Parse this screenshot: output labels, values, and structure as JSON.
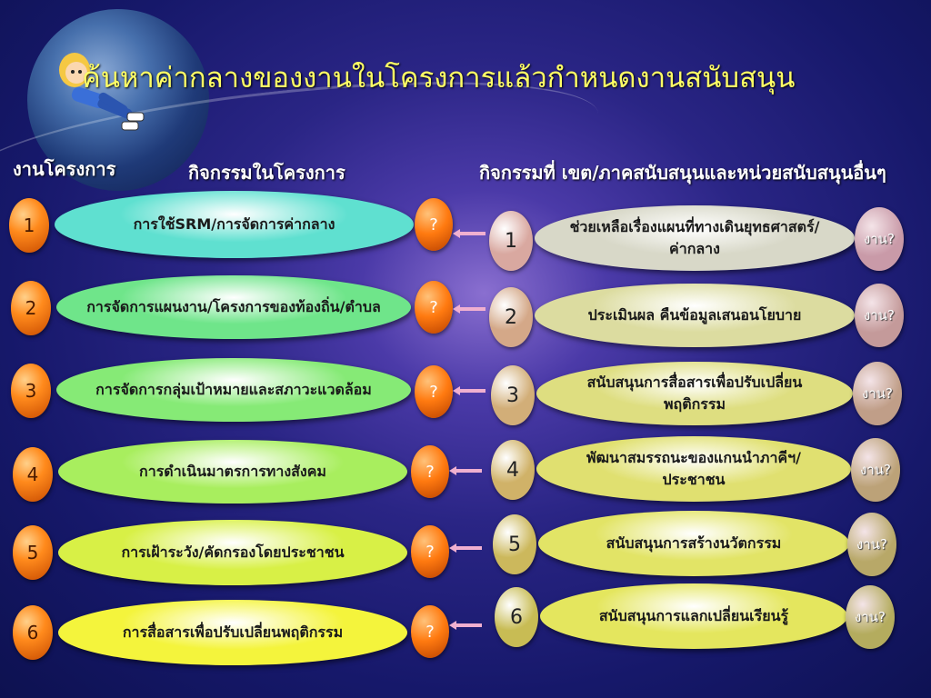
{
  "title": "ค้นหาค่ากลางของงานในโครงการแล้วกำหนดงานสนับสนุน",
  "headings": {
    "left": "งานโครงการ",
    "middle": "กิจกรรมในโครงการ",
    "right": "กิจกรรมที่ เขต/ภาคสนับสนุนและหน่วยสนับสนุนอื่นๆ"
  },
  "question_mark": "?",
  "work_label": "งาน?",
  "left_rows": [
    {
      "num": "1",
      "text": "การใช้SRM/การจัดการค่ากลาง"
    },
    {
      "num": "2",
      "text": "การจัดการแผนงาน/โครงการของท้องถิ่น/ตำบล"
    },
    {
      "num": "3",
      "text": "การจัดการกลุ่มเป้าหมายและสภาวะแวดล้อม"
    },
    {
      "num": "4",
      "text": "การดำเนินมาตรการทางสังคม"
    },
    {
      "num": "5",
      "text": "การเฝ้าระวัง/คัดกรองโดยประชาชน"
    },
    {
      "num": "6",
      "text": "การสื่อสารเพื่อปรับเปลี่ยนพฤติกรรม"
    }
  ],
  "right_rows": [
    {
      "num": "1",
      "text": "ช่วยเหลือเรื่องแผนที่ทางเดินยุทธศาสตร์/ค่ากลาง"
    },
    {
      "num": "2",
      "text": "ประเมินผล คืนข้อมูลเสนอนโยบาย"
    },
    {
      "num": "3",
      "text": "สนับสนุนการสื่อสารเพื่อปรับเปลี่ยนพฤติกรรม"
    },
    {
      "num": "4",
      "text": "พัฒนาสมรรถนะของแกนนำภาคีฯ/ประชาชน"
    },
    {
      "num": "5",
      "text": "สนับสนุนการสร้างนวัตกรรม"
    },
    {
      "num": "6",
      "text": "สนับสนุนการแลกเปลี่ยนเรียนรู้"
    }
  ],
  "colors": {
    "left_pills": [
      "#5fe0d0",
      "#6fe58a",
      "#86ea76",
      "#a8ee5e",
      "#d8f046",
      "#f4f43c"
    ],
    "right_pills": [
      "#d8d8c8",
      "#dcdca0",
      "#dede80",
      "#e0e070",
      "#e2e466",
      "#e4e65e"
    ],
    "right_nums": [
      "#d9a8a0",
      "#d4a888",
      "#d2ae78",
      "#d0b268",
      "#ccb85c",
      "#c8bc54"
    ],
    "work_circles": [
      "#c99aa8",
      "#c49a9a",
      "#c09e88",
      "#bca278",
      "#b8a868",
      "#b4ac5e"
    ]
  }
}
